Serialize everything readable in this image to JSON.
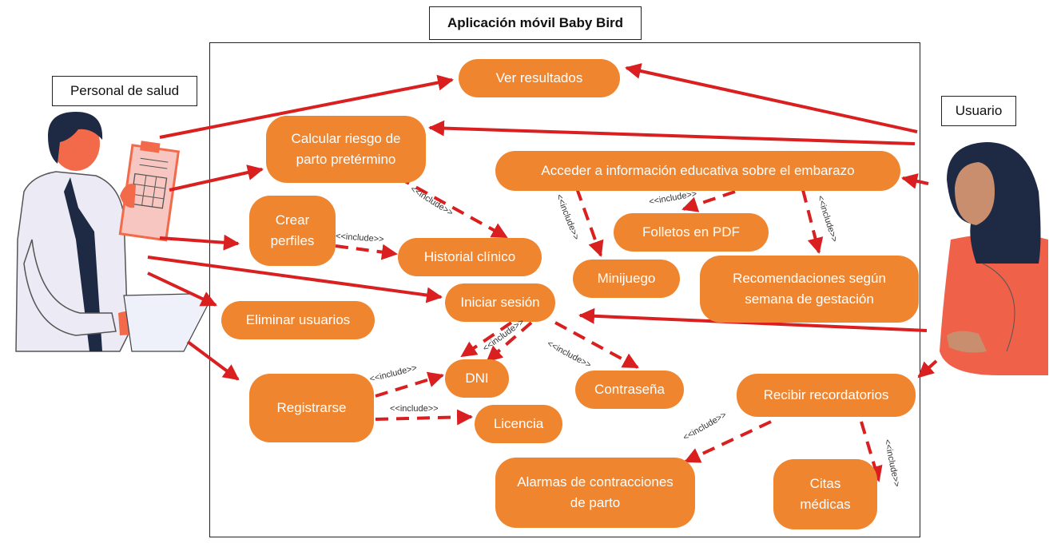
{
  "diagram": {
    "title": "Aplicación móvil Baby Bird",
    "actors": {
      "health_staff": "Personal de salud",
      "user": "Usuario"
    },
    "use_cases": {
      "ver_resultados": "Ver resultados",
      "calcular_riesgo": "Calcular riesgo de parto pretérmino",
      "acceder_info": "Acceder a información educativa sobre el embarazo",
      "crear_perfiles": "Crear perfiles",
      "historial": "Historial clínico",
      "folletos": "Folletos en PDF",
      "minijuego": "Minijuego",
      "recomendaciones": "Recomendaciones según semana de gestación",
      "iniciar_sesion": "Iniciar sesión",
      "eliminar": "Eliminar usuarios",
      "dni": "DNI",
      "contrasena": "Contraseña",
      "registrarse": "Registrarse",
      "licencia": "Licencia",
      "recordatorios": "Recibir recordatorios",
      "alarmas": "Alarmas de contracciones de parto",
      "citas": "Citas médicas"
    },
    "include_label": "<<include>>",
    "colors": {
      "use_case_fill": "#f0852f",
      "arrow": "#d91f1f",
      "border": "#222222"
    }
  }
}
